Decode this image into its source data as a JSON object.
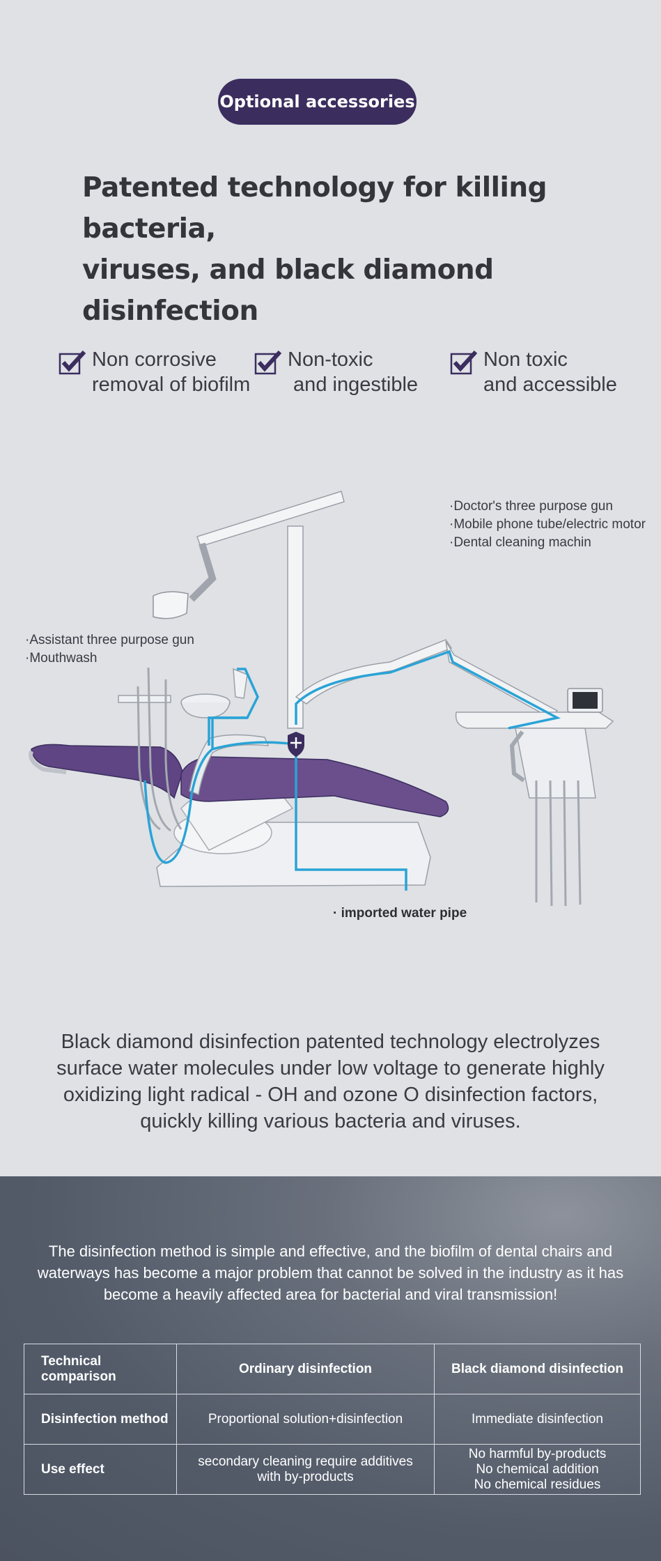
{
  "badge": {
    "label": "Optional accessories"
  },
  "headline": {
    "lines": [
      "Patented technology for killing bacteria,",
      "viruses, and black diamond disinfection"
    ]
  },
  "features": [
    {
      "icon": "checkbox-checked-icon",
      "lines": [
        "Non corrosive",
        "removal of biofilm"
      ]
    },
    {
      "icon": "checkbox-checked-icon",
      "lines": [
        "Non-toxic",
        " and ingestible"
      ]
    },
    {
      "icon": "checkbox-checked-icon",
      "lines": [
        "Non toxic",
        "and accessible"
      ]
    }
  ],
  "callouts": {
    "doctor": [
      "·Doctor's three purpose gun",
      "·Mobile phone tube/electric motor",
      "·Dental cleaning machin"
    ],
    "assistant": [
      "·Assistant three purpose gun",
      "·Mouthwash"
    ],
    "pipe": "· imported water pipe"
  },
  "description": "Black diamond disinfection patented technology electrolyzes surface water molecules under low voltage to generate highly oxidizing light radical - OH and ozone O disinfection factors, quickly killing various bacteria and viruses.",
  "bottom_text": "The disinfection method is simple and effective, and the biofilm of dental chairs and waterways has become a major problem that cannot be solved in the industry as it has become a heavily affected area for bacterial and viral transmission!",
  "comparison": {
    "header": [
      "Technical comparison",
      "Ordinary disinfection",
      "Black diamond disinfection"
    ],
    "rows": [
      {
        "label": "Disinfection method",
        "ordinary": [
          "Proportional solution+disinfection"
        ],
        "black": [
          "Immediate disinfection"
        ]
      },
      {
        "label": "Use effect",
        "ordinary": [
          "secondary cleaning require additives",
          "with by-products"
        ],
        "black": [
          "No harmful by-products",
          "No chemical addition",
          "No chemical residues"
        ]
      }
    ]
  },
  "colors": {
    "accent": "#3b2d5e",
    "pipe": "#2aa3d6",
    "seat": "#6b4f8c",
    "background": "#dfe1e5"
  }
}
